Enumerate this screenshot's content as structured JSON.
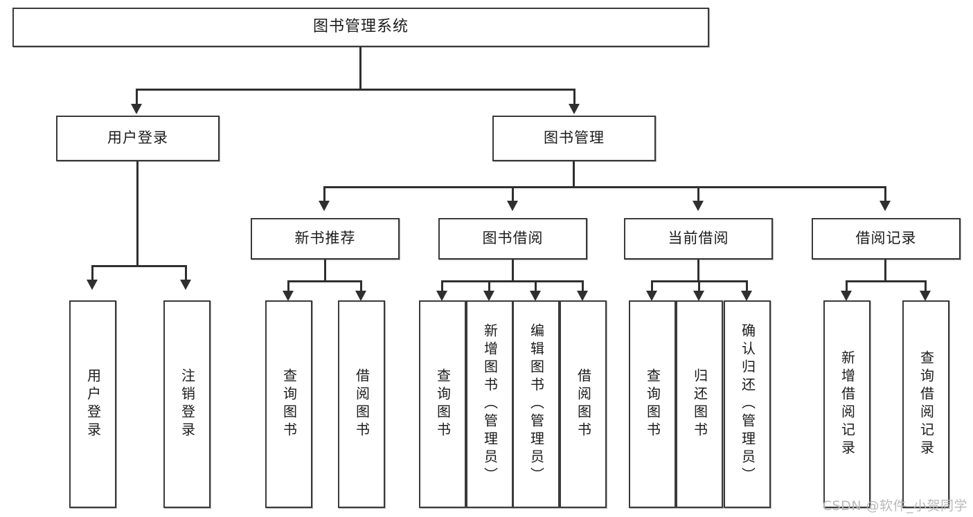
{
  "diagram": {
    "type": "tree-hierarchy-chart",
    "root": {
      "id": "root",
      "label": "图书管理系统"
    },
    "level2": [
      {
        "id": "login",
        "label": "用户登录"
      },
      {
        "id": "bookmgmt",
        "label": "图书管理"
      }
    ],
    "level3": [
      {
        "id": "newbook",
        "label": "新书推荐",
        "parent": "bookmgmt"
      },
      {
        "id": "borrow",
        "label": "图书借阅",
        "parent": "bookmgmt"
      },
      {
        "id": "current",
        "label": "当前借阅",
        "parent": "bookmgmt"
      },
      {
        "id": "records",
        "label": "借阅记录",
        "parent": "bookmgmt"
      }
    ],
    "leaves": {
      "login": [
        {
          "id": "leaf-user-login",
          "label": "用户登录"
        },
        {
          "id": "leaf-user-logout",
          "label": "注销登录"
        }
      ],
      "newbook": [
        {
          "id": "leaf-query-book-1",
          "label": "查询图书"
        },
        {
          "id": "leaf-borrow-book-1",
          "label": "借阅图书"
        }
      ],
      "borrow": [
        {
          "id": "leaf-query-book-2",
          "label": "查询图书"
        },
        {
          "id": "leaf-add-book",
          "label": "新增图书（管理员）"
        },
        {
          "id": "leaf-edit-book",
          "label": "编辑图书（管理员）"
        },
        {
          "id": "leaf-borrow-book-2",
          "label": "借阅图书"
        }
      ],
      "current": [
        {
          "id": "leaf-query-book-3",
          "label": "查询图书"
        },
        {
          "id": "leaf-return-book",
          "label": "归还图书"
        },
        {
          "id": "leaf-confirm-return",
          "label": "确认归还（管理员）"
        }
      ],
      "records": [
        {
          "id": "leaf-add-record",
          "label": "新增借阅记录"
        },
        {
          "id": "leaf-query-record",
          "label": "查询借阅记录"
        }
      ]
    }
  },
  "watermark": {
    "text": "CSDN @软件_小贺同学"
  },
  "colors": {
    "box_border": "#3a3a3a",
    "connector": "#2f2f2f",
    "background": "#ffffff",
    "text": "#1b1b1b",
    "watermark": "#b9b9b9"
  }
}
